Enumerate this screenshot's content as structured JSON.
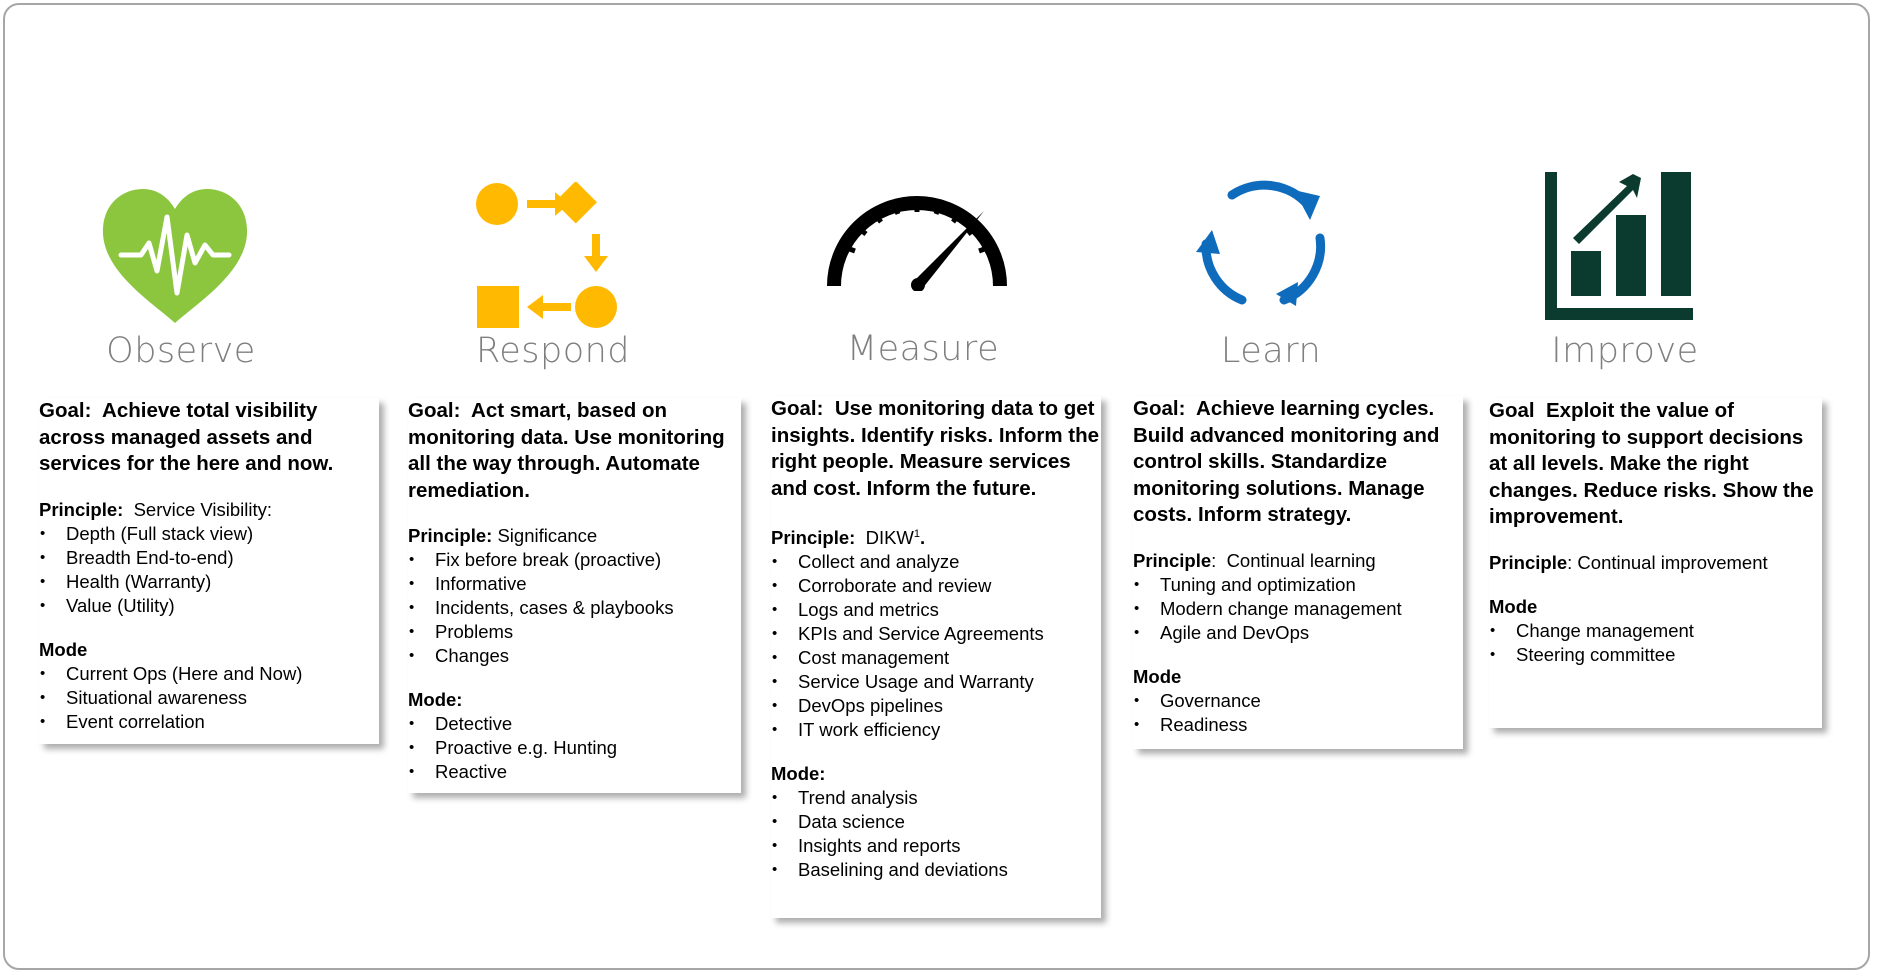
{
  "colors": {
    "observe": "#8cc63f",
    "respond": "#ffb900",
    "measure": "#000000",
    "learn": "#0f6cbd",
    "improve": "#0b3b2e",
    "title_gray": "#7f7f7f",
    "frame": "#a6a6a6"
  },
  "stages": [
    {
      "title": "Observe",
      "icon": "heart-pulse-icon",
      "goal_prefix": "Goal:",
      "goal": "Achieve total visibility across managed assets and services for the here and now.",
      "principle_label": "Principle:",
      "principle": "Service Visibility:",
      "principle_items": [
        "Depth (Full stack view)",
        "Breadth End-to-end)",
        "Health (Warranty)",
        "Value (Utility)"
      ],
      "mode_label": "Mode",
      "mode_items": [
        "Current Ops (Here and Now)",
        "Situational awareness",
        "Event correlation"
      ]
    },
    {
      "title": "Respond",
      "icon": "flowchart-icon",
      "goal_prefix": "Goal:",
      "goal": "Act smart, based on monitoring data. Use monitoring all the way through. Automate remediation.",
      "principle_label": "Principle:",
      "principle": "Significance",
      "principle_items": [
        "Fix before break (proactive)",
        "Informative",
        "Incidents, cases & playbooks",
        "Problems",
        "Changes"
      ],
      "mode_label": "Mode:",
      "mode_items": [
        "Detective",
        "Proactive e.g. Hunting",
        "Reactive"
      ]
    },
    {
      "title": "Measure",
      "icon": "gauge-icon",
      "goal_prefix": "Goal:",
      "goal": "Use monitoring data to get insights.  Identify risks.  Inform the right people.  Measure services and cost.  Inform the future.",
      "principle_label": "Principle:",
      "principle": "DIKW",
      "principle_sup": "1",
      "principle_suffix": ".",
      "principle_items": [
        "Collect and analyze",
        "Corroborate and review",
        "Logs and metrics",
        "KPIs and Service Agreements",
        "Cost management",
        "Service Usage and Warranty",
        "DevOps pipelines",
        "IT work efficiency"
      ],
      "mode_label": "Mode:",
      "mode_items": [
        "Trend analysis",
        "Data science",
        "Insights and reports",
        "Baselining and deviations"
      ]
    },
    {
      "title": "Learn",
      "icon": "cycle-arrows-icon",
      "goal_prefix": "Goal:",
      "goal": "Achieve learning cycles.  Build advanced monitoring and control skills.  Standardize monitoring solutions.  Manage costs.  Inform strategy.",
      "principle_label": "Principle",
      "principle": "Continual learning",
      "principle_items": [
        "Tuning and optimization",
        "Modern change management",
        "Agile and DevOps"
      ],
      "mode_label": "Mode",
      "mode_items": [
        "Governance",
        "Readiness"
      ]
    },
    {
      "title": "Improve",
      "icon": "growth-chart-icon",
      "goal_prefix": "Goal",
      "goal": "Exploit the value of monitoring to support decisions at all levels.  Make the right changes. Reduce risks.  Show the improvement.",
      "principle_label": "Principle",
      "principle": "Continual improvement",
      "mode_label": "Mode",
      "mode_items": [
        "Change management",
        "Steering committee"
      ]
    }
  ]
}
